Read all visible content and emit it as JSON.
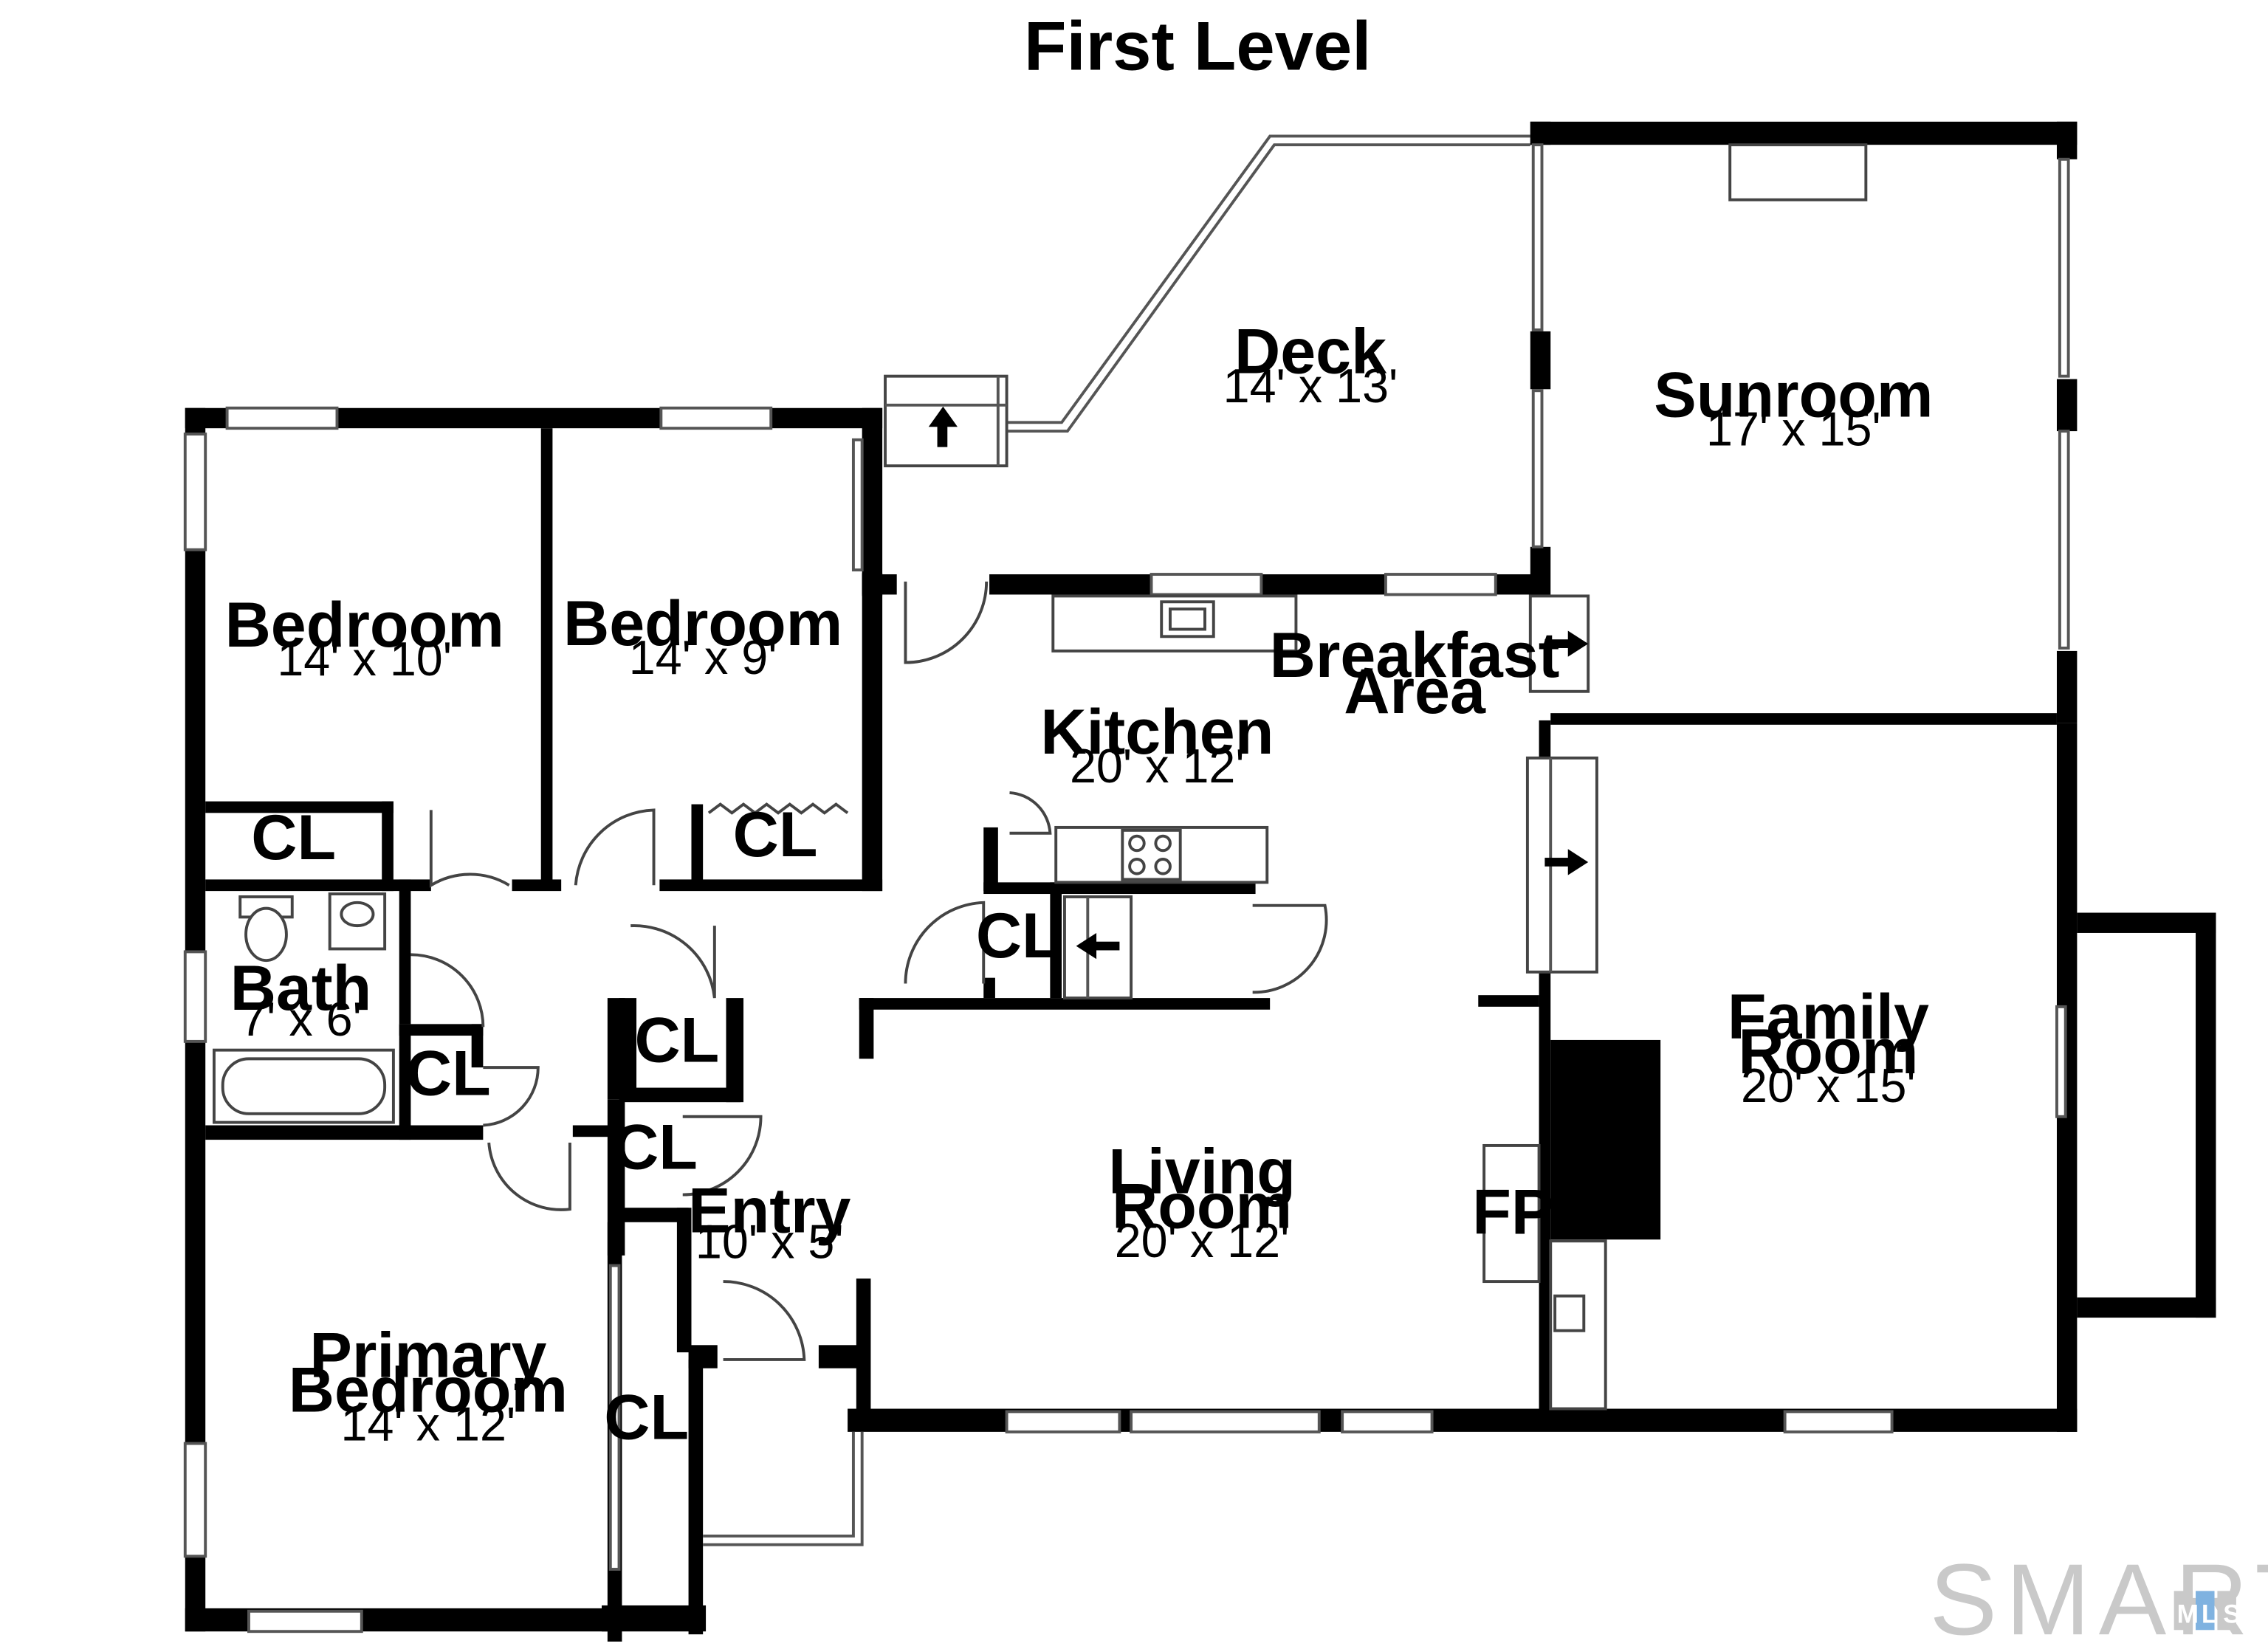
{
  "title": "First Level",
  "rooms": {
    "deck": {
      "name": "Deck",
      "dims": "14' x 13'"
    },
    "sunroom": {
      "name": "Sunroom",
      "dims": "17' x 15'"
    },
    "bedroom1": {
      "name": "Bedroom",
      "dims": "14' x 10'"
    },
    "bedroom2": {
      "name": "Bedroom",
      "dims": "14' x 9'"
    },
    "breakfast": {
      "name_line1": "Breakfast",
      "name_line2": "Area"
    },
    "kitchen": {
      "name": "Kitchen",
      "dims": "20' x 12'"
    },
    "family": {
      "name_line1": "Family",
      "name_line2": "Room",
      "dims": "20' x 15'"
    },
    "bath": {
      "name": "Bath",
      "dims": "7' x 6'"
    },
    "living": {
      "name_line1": "Living",
      "name_line2": "Room",
      "dims": "20' x 12'"
    },
    "entry": {
      "name": "Entry",
      "dims": "10' x 5'"
    },
    "primary": {
      "name_line1": "Primary",
      "name_line2": "Bedroom",
      "dims": "14' x 12'"
    }
  },
  "closets": {
    "cl1": "CL",
    "cl2": "CL",
    "cl3": "CL",
    "cl4": "CL",
    "cl5": "CL",
    "cl6": "CL",
    "cl7": "CL"
  },
  "fireplace": "FP",
  "watermark": {
    "main": "SMART",
    "small1": "M",
    "small2": "L",
    "small3": "S"
  }
}
